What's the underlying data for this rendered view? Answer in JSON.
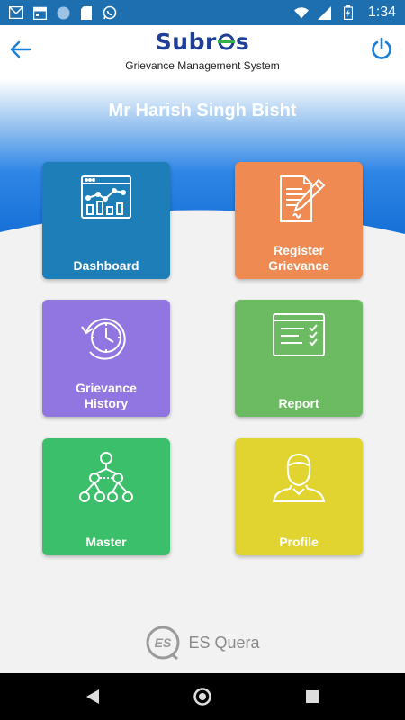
{
  "status_bar": {
    "time": "1:34",
    "left_icons": [
      "gmail-icon",
      "calendar-icon",
      "circle-app-icon",
      "sd-card-icon",
      "whatsapp-icon"
    ],
    "right_icons": [
      "wifi-icon",
      "signal-icon",
      "battery-icon"
    ]
  },
  "header": {
    "logo_text_left": "Subr",
    "logo_text_right": "s",
    "subtitle": "Grievance Management System"
  },
  "user": {
    "name": "Mr Harish Singh Bisht"
  },
  "tiles": [
    {
      "id": "dashboard",
      "label_line1": "Dashboard",
      "label_line2": "",
      "icon": "dashboard-chart-icon",
      "color": "#1e7fb8"
    },
    {
      "id": "register",
      "label_line1": "Register",
      "label_line2": "Grievance",
      "icon": "register-document-pen-icon",
      "color": "#ee8a52"
    },
    {
      "id": "history",
      "label_line1": "Grievance",
      "label_line2": "History",
      "icon": "history-clock-icon",
      "color": "#9175e0"
    },
    {
      "id": "report",
      "label_line1": "Report",
      "label_line2": "",
      "icon": "report-checklist-icon",
      "color": "#6cbb63"
    },
    {
      "id": "master",
      "label_line1": "Master",
      "label_line2": "",
      "icon": "master-hierarchy-icon",
      "color": "#3cbf6a"
    },
    {
      "id": "profile",
      "label_line1": "Profile",
      "label_line2": "",
      "icon": "profile-user-icon",
      "color": "#e2d430"
    }
  ],
  "footer": {
    "brand_text": "ES Quera",
    "logo_letters": "ES"
  },
  "colors": {
    "primary": "#1d6fb0",
    "logo": "#1f3f96",
    "accent": "#1a7fd6",
    "background": "#f2f2f2"
  }
}
